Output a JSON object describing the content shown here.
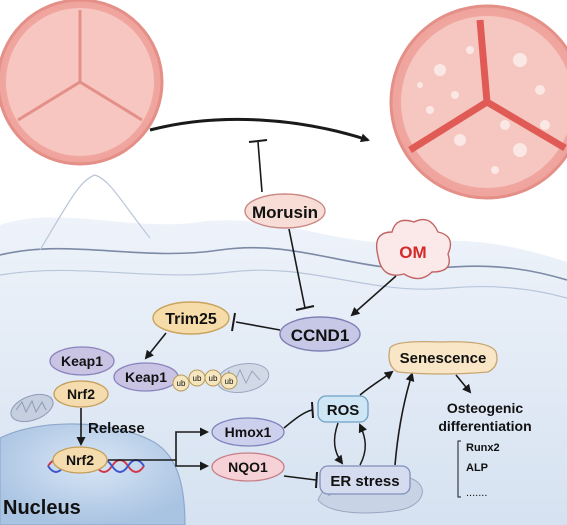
{
  "nodes": {
    "morusin": "Morusin",
    "om": "OM",
    "ccnd1": "CCND1",
    "trim25": "Trim25",
    "keap1_a": "Keap1",
    "keap1_b": "Keap1",
    "nrf2_a": "Nrf2",
    "nrf2_b": "Nrf2",
    "ub": "ub",
    "release": "Release",
    "hmox1": "Hmox1",
    "nqo1": "NQO1",
    "ros": "ROS",
    "er_stress": "ER stress",
    "senescence": "Senescence",
    "osteogenic_line1": "Osteogenic",
    "osteogenic_line2": "differentiation",
    "runx2": "Runx2",
    "alp": "ALP",
    "ellipsis": ".......",
    "nucleus": "Nucleus"
  },
  "colors": {
    "background": "#ffffff",
    "cell": "#dfe8f4",
    "nucleus": "#c2d6ec",
    "valve_outer": "#f3b2ac",
    "valve_inner": "#f6c3bd",
    "morusin_fill": "#f8dcd6",
    "om_text": "#d42a2a",
    "ccnd1_fill": "#c7c8e6",
    "trim25_fill": "#f6dca8",
    "keap1_fill": "#c9c4e4",
    "nrf2_fill": "#f5dcae",
    "hmox1_fill": "#cdd0ec",
    "nqo1_fill": "#f6d2d6",
    "ros_fill": "#cfe6f4",
    "er_fill": "#d6dcef",
    "senescence_fill": "#f8e6c6",
    "arrow": "#1a1a1a"
  }
}
